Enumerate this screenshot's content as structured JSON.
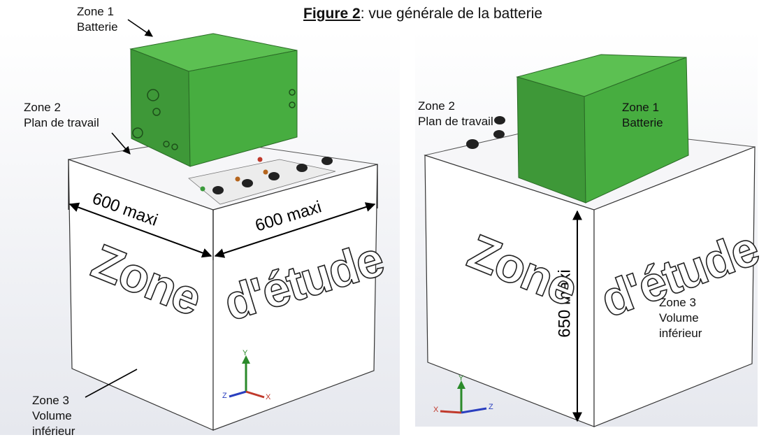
{
  "figure": {
    "number": "Figure 2",
    "caption": ": vue générale de la batterie"
  },
  "left_view": {
    "zone1": {
      "line1": "Zone 1",
      "line2": "Batterie"
    },
    "zone2": {
      "line1": "Zone 2",
      "line2": "Plan de travail"
    },
    "zone3": {
      "line1": "Zone 3",
      "line2": "Volume",
      "line3": "inférieur"
    },
    "dim_left": "600 maxi",
    "dim_right": "600 maxi",
    "watermark_left": "Zone",
    "watermark_right": "d'étude",
    "axes": {
      "y": "Y",
      "z": "Z",
      "x": "X"
    }
  },
  "right_view": {
    "zone1": {
      "line1": "Zone 1",
      "line2": "Batterie"
    },
    "zone2": {
      "line1": "Zone 2",
      "line2": "Plan de travail"
    },
    "zone3": {
      "line1": "Zone 3",
      "line2": "Volume",
      "line3": "inférieur"
    },
    "dim_height": "650 maxi",
    "watermark_left": "Zone",
    "watermark_right": "d'étude",
    "axes": {
      "y": "Y",
      "z": "Z",
      "x": "X"
    }
  },
  "colors": {
    "battery_front": "#3f9a3a",
    "battery_side": "#44a83e",
    "battery_top": "#5cc052",
    "background_panel": "#eceef3"
  }
}
